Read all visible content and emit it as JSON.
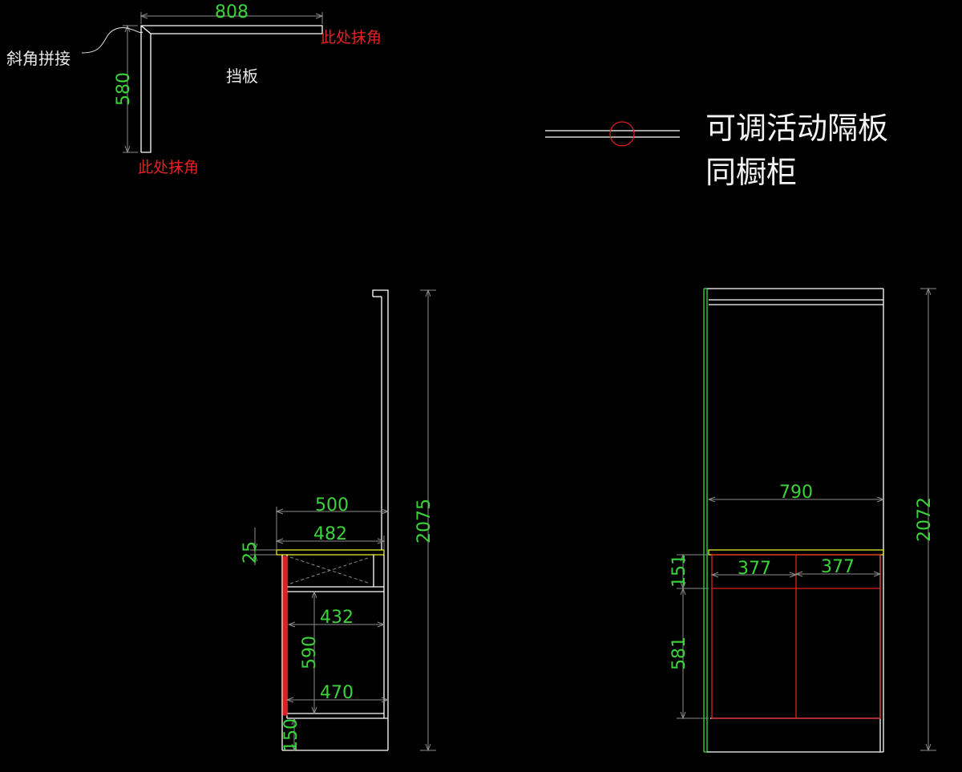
{
  "drawing": {
    "background": "#000000",
    "colors": {
      "outline": "#ffffff",
      "dimension": "#3ad43a",
      "door": "#e02020",
      "countertop": "#e6e62a",
      "side_panel": "#2ec42e",
      "note_red": "#e42222",
      "note_white": "#e8e8e8",
      "hidden_line": "#8c8c8c"
    }
  },
  "plan_detail": {
    "dim_top": "808",
    "dim_left": "580",
    "label_miter": "斜角拼接",
    "label_backsplash": "挡板",
    "label_corner_top": "此处抹角",
    "label_corner_bottom": "此处抹角"
  },
  "shelf_symbol": {
    "label_line1": "可调活动隔板",
    "label_line2": "同橱柜"
  },
  "side_elevation": {
    "dim_overall_height": "2075",
    "dim_depth_total": "500",
    "dim_counter_depth": "482",
    "dim_counter_thickness": "25",
    "dim_cabinet_inner": "432",
    "dim_door_height": "590",
    "dim_bottom_depth": "470",
    "dim_kick": "150"
  },
  "front_elevation": {
    "dim_overall_height": "2072",
    "dim_width": "790",
    "dim_drawer_left": "377",
    "dim_drawer_right": "377",
    "dim_drawer_height": "151",
    "dim_door_height": "581"
  }
}
